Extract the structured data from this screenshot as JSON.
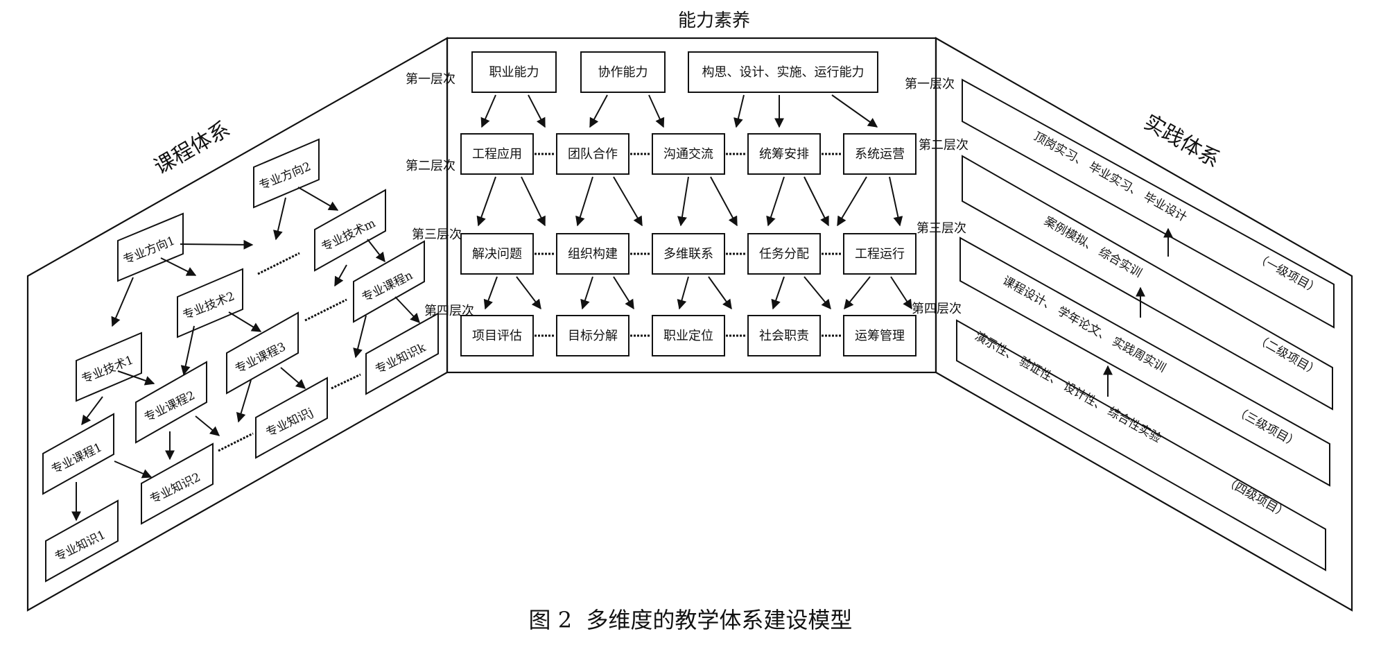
{
  "center": {
    "title": "能力素养",
    "levels": [
      "第一层次",
      "第二层次",
      "第三层次",
      "第四层次"
    ],
    "row1": [
      "职业能力",
      "协作能力",
      "构思、设计、实施、运行能力"
    ],
    "row2": [
      "工程应用",
      "团队合作",
      "沟通交流",
      "统筹安排",
      "系统运营"
    ],
    "row3": [
      "解决问题",
      "组织构建",
      "多维联系",
      "任务分配",
      "工程运行"
    ],
    "row4": [
      "项目评估",
      "目标分解",
      "职业定位",
      "社会职责",
      "运筹管理"
    ]
  },
  "left": {
    "title": "课程体系",
    "items": {
      "dir1": "专业方向1",
      "dir2": "专业方向2",
      "tech1": "专业技术1",
      "tech2": "专业技术2",
      "techm": "专业技术m",
      "course1": "专业课程1",
      "course2": "专业课程2",
      "course3": "专业课程3",
      "coursen": "专业课程n",
      "know1": "专业知识1",
      "know2": "专业知识2",
      "knowj": "专业知识j",
      "knowk": "专业知识k"
    }
  },
  "right": {
    "title": "实践体系",
    "levels": [
      "第一层次",
      "第二层次",
      "第三层次",
      "第四层次"
    ],
    "projects": [
      {
        "text": "顶岗实习、  毕业实习、  毕业设计",
        "level": "（一级项目）"
      },
      {
        "text": "案例模拟、  综合实训",
        "level": "（二级项目）"
      },
      {
        "text": "课程设计、  学年论文、  实践周实训",
        "level": "（三级项目）"
      },
      {
        "text": "演示性、  验证性、  设计性、  综合性实验",
        "level": "（四级项目）"
      }
    ]
  },
  "caption": "图 2  多维度的教学体系建设模型"
}
